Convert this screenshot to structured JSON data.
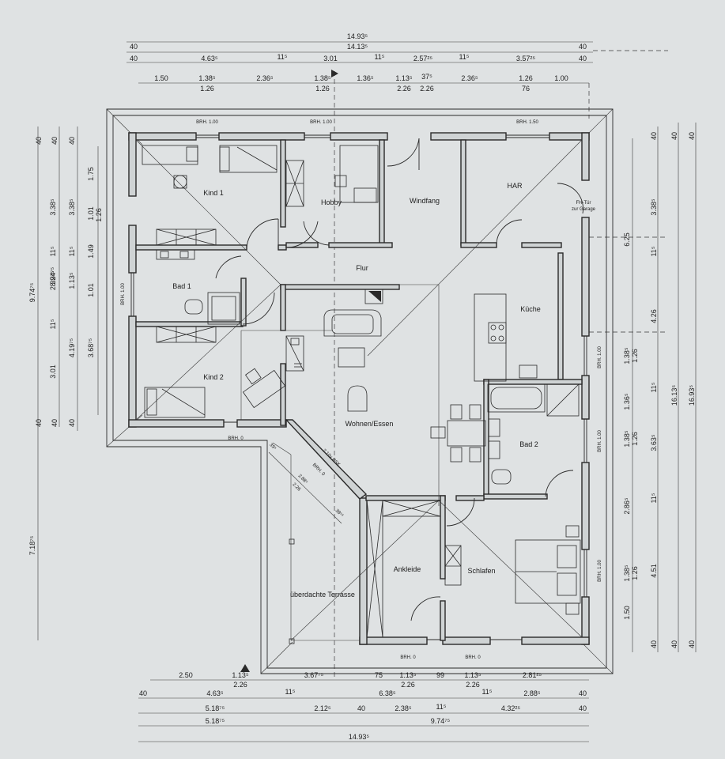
{
  "top_dims": {
    "row1": [
      "14.93⁵"
    ],
    "row2": [
      "40",
      "14.13⁵",
      "40"
    ],
    "row3": [
      "40",
      "4.63⁵",
      "11⁵",
      "3.01",
      "11⁵",
      "2.57²⁵",
      "11⁵",
      "3.57²⁵",
      "40"
    ],
    "row4a": [
      "1.50",
      "1.38⁵",
      "2.36⁵",
      "1.38⁵",
      "1.36⁵",
      "1.13⁵",
      "37⁵",
      "2.36⁵",
      "1.26",
      "1.00"
    ],
    "row4b": [
      "1.26",
      "1.26",
      "2.26",
      "2.26",
      "76"
    ]
  },
  "bottom_dims": {
    "row1a": [
      "2.50",
      "1.13⁵",
      "3.67⁷⁵",
      "75",
      "1.13⁵",
      "99",
      "1.13⁵",
      "2.81²⁵"
    ],
    "row1b": [
      "2.26",
      "2.26",
      "2.26"
    ],
    "row2": [
      "40",
      "4.63⁵",
      "11⁵",
      "6.38⁵",
      "11⁵",
      "2.88⁵",
      "40"
    ],
    "row3": [
      "5.18⁷⁵",
      "2.12⁵",
      "40",
      "2.38⁵",
      "11⁵",
      "4.32²⁵",
      "40"
    ],
    "row4": [
      "5.18⁷⁵",
      "9.74⁷⁵"
    ],
    "row5": [
      "14.93⁵"
    ]
  },
  "left_dims": [
    "9.74⁷⁵",
    "8.94⁷⁵",
    "3.38⁵",
    "3.38⁵",
    "1.75",
    "40",
    "40",
    "40",
    "2.32²⁵",
    "1.13⁵",
    "11⁵",
    "11⁵",
    "1.01",
    "1.26",
    "1.01",
    "1.49",
    "4.19⁷⁵",
    "3.01",
    "3.68⁷⁵",
    "11⁵",
    "40",
    "40",
    "40",
    "7.18⁷⁵"
  ],
  "right_dims": [
    "40",
    "40",
    "40",
    "3.38⁵",
    "6.25",
    "11⁵",
    "4.26",
    "1.38⁵",
    "1.26",
    "1.36⁵",
    "11⁵",
    "1.38⁵",
    "1.26",
    "3.63⁵",
    "16.13⁵",
    "16.93⁵",
    "2.86⁵",
    "11⁵",
    "1.38⁵",
    "1.26",
    "4.51",
    "1.50",
    "40",
    "40",
    "40"
  ],
  "window_labels": [
    "BRH. 1.00",
    "BRH. 1.00",
    "BRH. 1.50",
    "BRH. 1.00",
    "BRH. 1.00",
    "BRH. 1.00",
    "BRH. 1.00",
    "BRH. 0",
    "BRH. 0",
    "BRH. 0",
    "BRH. 0"
  ],
  "rooms": {
    "kind1": "Kind 1",
    "hobby": "Hobby",
    "windfang": "Windfang",
    "har": "HAR",
    "flur": "Flur",
    "bad1": "Bad 1",
    "kueche": "Küche",
    "kind2": "Kind 2",
    "wohnen": "Wohnen/Essen",
    "bad2": "Bad 2",
    "ankleide": "Ankleide",
    "schlafen": "Schlafen",
    "terrasse": "überdachte Terrasse"
  },
  "notes": {
    "fh_tuer_1": "FH-Tür",
    "fh_tuer_2": "zur Garage",
    "psk": "2.10x PSK",
    "diag_1": "39⁵",
    "diag_2": "2.88⁵",
    "diag_3": "2.26",
    "diag_4": "38⁵³"
  }
}
